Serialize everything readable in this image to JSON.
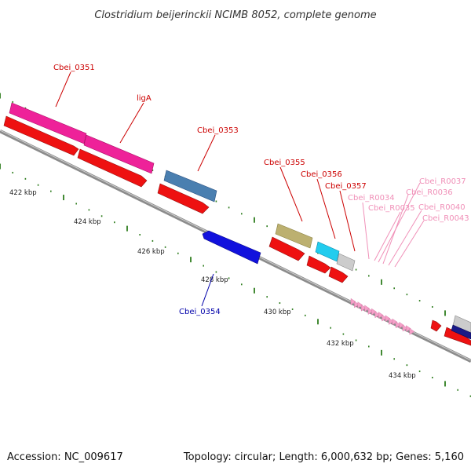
{
  "title": "Clostridium beijerinckii NCIMB 8052, complete genome",
  "footer": {
    "accession": "Accession: NC_009617",
    "stats": "Topology: circular; Length: 6,000,632 bp; Genes: 5,160"
  },
  "colors": {
    "backbone": "#8c8c8c",
    "tick": "#2e7d1e",
    "label_red": "#cc0000",
    "label_blue": "#0000aa",
    "label_pink": "#f090b8"
  },
  "ticks": [
    {
      "label": "422 kbp"
    },
    {
      "label": "424 kbp"
    },
    {
      "label": "426 kbp"
    },
    {
      "label": "428 kbp"
    },
    {
      "label": "430 kbp"
    },
    {
      "label": "432 kbp"
    },
    {
      "label": "434 kbp"
    }
  ],
  "genes": [
    {
      "name": "Cbei_0351",
      "color": "#ee2299",
      "lane": "outer-top"
    },
    {
      "name": "ligA",
      "color": "#ee2299",
      "lane": "outer-top"
    },
    {
      "name": "Cbei_0353",
      "color": "#4a7fb0",
      "lane": "outer-top"
    },
    {
      "name": "Cbei_0354",
      "color": "#1111dd",
      "lane": "inner-bottom"
    },
    {
      "name": "Cbei_0355",
      "color": "#bcb070",
      "lane": "outer-top"
    },
    {
      "name": "Cbei_0356",
      "color": "#22ccee",
      "lane": "outer-top"
    },
    {
      "name": "Cbei_0357",
      "color": "#cccccc",
      "lane": "outer-top"
    },
    {
      "name": "Cbei_R0034",
      "color": "#f5a0c8",
      "lane": "rna"
    },
    {
      "name": "Cbei_R0035",
      "color": "#f5a0c8",
      "lane": "rna"
    },
    {
      "name": "Cbei_R0036",
      "color": "#f5a0c8",
      "lane": "rna"
    },
    {
      "name": "Cbei_R0037",
      "color": "#f5a0c8",
      "lane": "rna"
    },
    {
      "name": "Cbei_R0040",
      "color": "#f5a0c8",
      "lane": "rna"
    },
    {
      "name": "Cbei_R0043",
      "color": "#f5a0c8",
      "lane": "rna"
    }
  ]
}
